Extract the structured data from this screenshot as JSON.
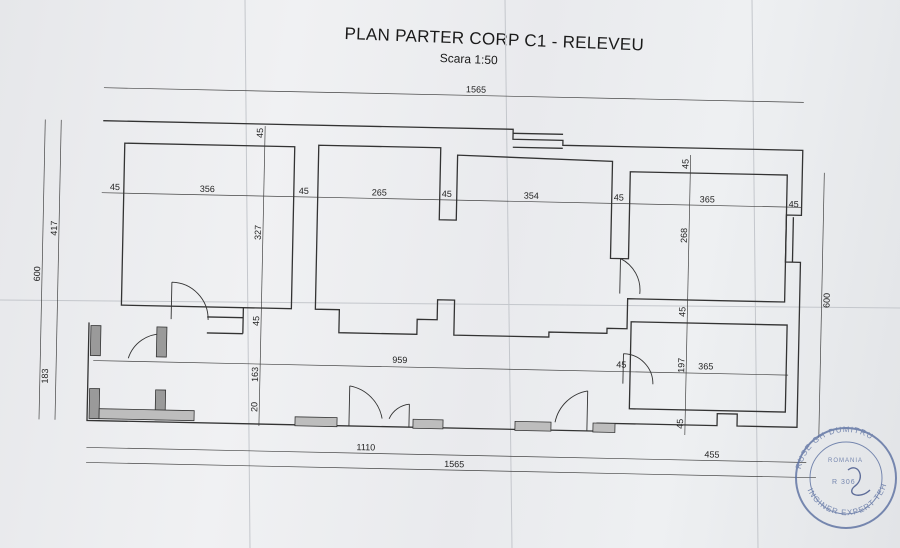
{
  "title": "PLAN PARTER CORP C1 - RELEVEU",
  "subtitle": "Scara 1:50",
  "colors": {
    "paper": "#eceef0",
    "ink": "#2a2a2a",
    "stamp": "#5a6fa0",
    "brick": "#555555"
  },
  "dimensions": {
    "top_overall": "1565",
    "bottom_overall": "1565",
    "bottom_left": "1110",
    "bottom_right": "455",
    "left_total": "600",
    "left_upper": "417",
    "left_lower": "183",
    "right_total": "600",
    "h_row_upper": [
      "45",
      "356",
      "45",
      "265",
      "45",
      "354",
      "45",
      "365",
      "45"
    ],
    "h_row_lower": [
      "959",
      "45",
      "365"
    ],
    "v_inner_left": [
      "45",
      "327",
      "45",
      "163",
      "20"
    ],
    "v_inner_right": [
      "45",
      "268",
      "45",
      "197",
      "45"
    ]
  },
  "stamp": {
    "top": "RUSE GH DUMITRU",
    "middle": "ROMANIA",
    "number": "R 306",
    "bottom": "INGINER EXPERT TEHNIC"
  }
}
